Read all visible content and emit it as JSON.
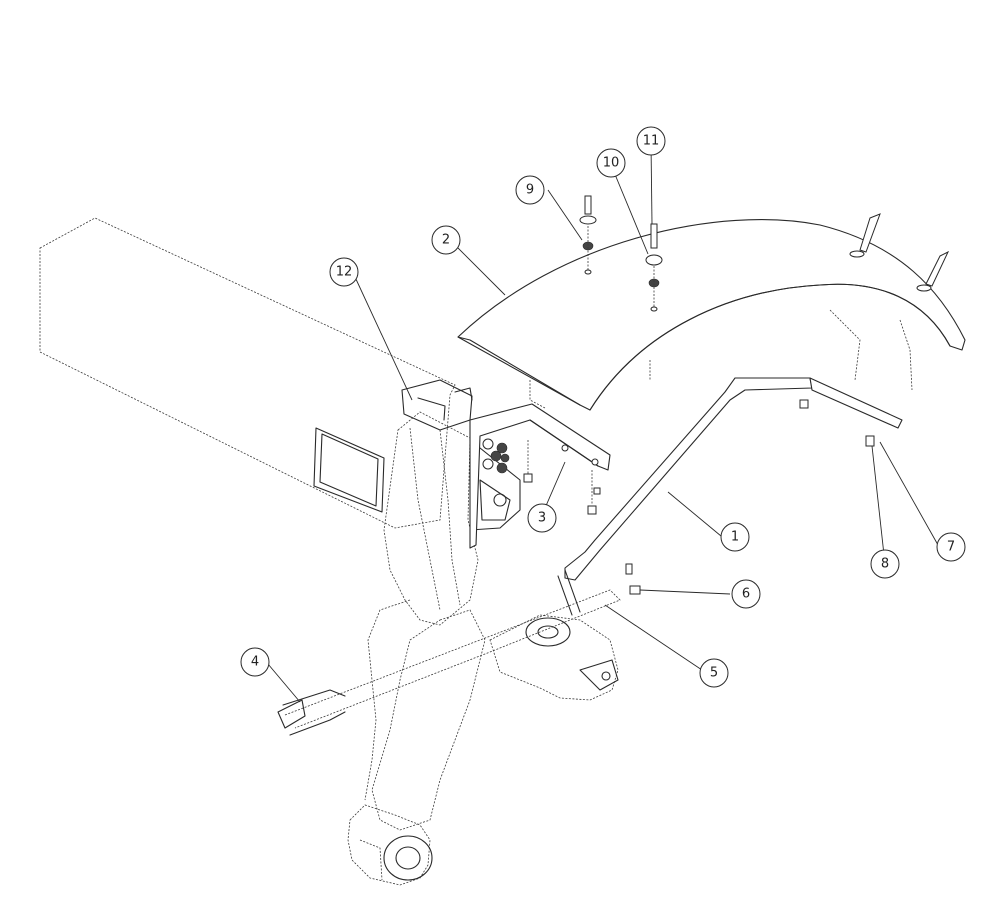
{
  "diagram": {
    "callouts": [
      {
        "id": "c1",
        "label": "1"
      },
      {
        "id": "c2",
        "label": "2"
      },
      {
        "id": "c3",
        "label": "3"
      },
      {
        "id": "c4",
        "label": "4"
      },
      {
        "id": "c5",
        "label": "5"
      },
      {
        "id": "c6",
        "label": "6"
      },
      {
        "id": "c7",
        "label": "7"
      },
      {
        "id": "c8",
        "label": "8"
      },
      {
        "id": "c9",
        "label": "9"
      },
      {
        "id": "c10",
        "label": "10"
      },
      {
        "id": "c11",
        "label": "11"
      },
      {
        "id": "c12",
        "label": "12"
      }
    ]
  }
}
